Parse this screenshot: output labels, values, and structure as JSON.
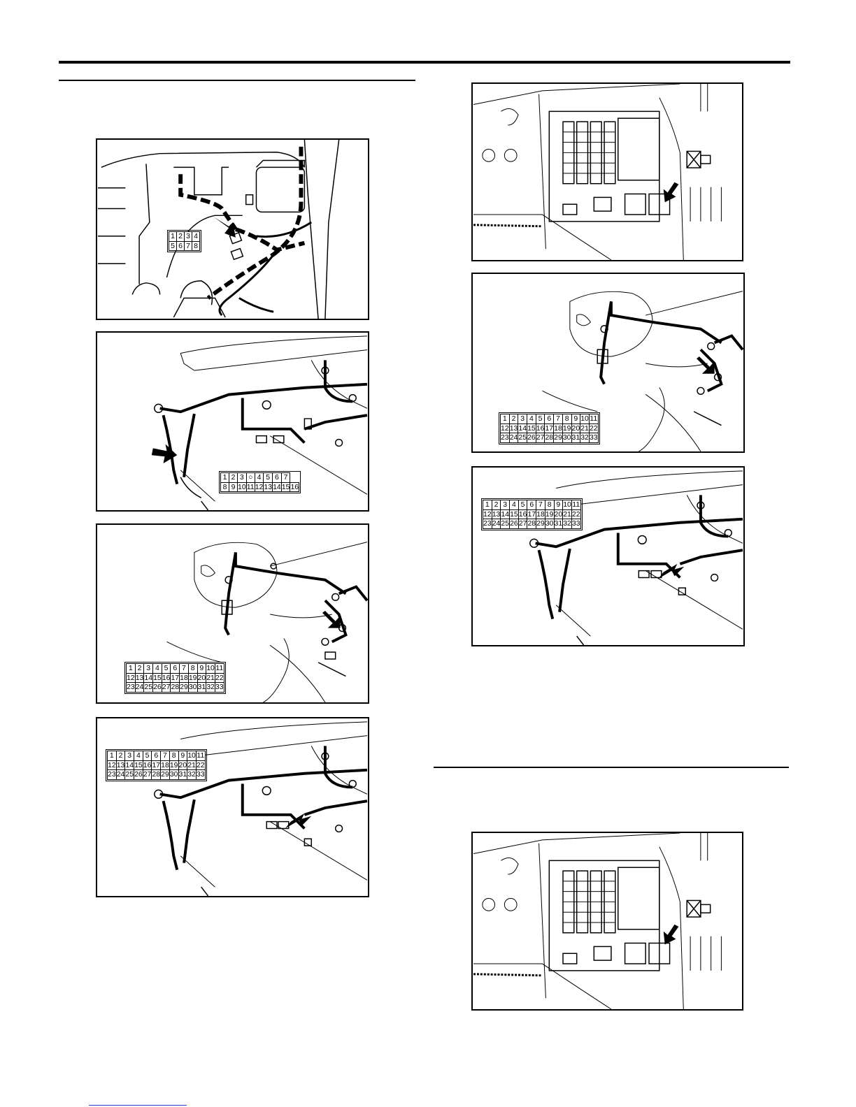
{
  "figures": {
    "left_1": {
      "pins": [
        [
          "1",
          "2",
          "3",
          "4"
        ],
        [
          "5",
          "6",
          "7",
          "8"
        ]
      ]
    },
    "left_2": {
      "pins": [
        [
          "1",
          "2",
          "3",
          "○",
          "4",
          "5",
          "6",
          "7"
        ],
        [
          "8",
          "9",
          "10",
          "11",
          "12",
          "13",
          "14",
          "15",
          "16"
        ]
      ]
    },
    "left_3": {
      "pins": [
        [
          "1",
          "2",
          "3",
          "4",
          "5",
          "6",
          "7",
          "8",
          "9",
          "10",
          "11"
        ],
        [
          "12",
          "13",
          "14",
          "15",
          "16",
          "17",
          "18",
          "19",
          "20",
          "21",
          "22"
        ],
        [
          "23",
          "24",
          "25",
          "26",
          "27",
          "28",
          "29",
          "30",
          "31",
          "32",
          "33"
        ]
      ]
    },
    "left_4": {
      "pins": [
        [
          "1",
          "2",
          "3",
          "4",
          "5",
          "6",
          "7",
          "8",
          "9",
          "10",
          "11"
        ],
        [
          "12",
          "13",
          "14",
          "15",
          "16",
          "17",
          "18",
          "19",
          "20",
          "21",
          "22"
        ],
        [
          "23",
          "24",
          "25",
          "26",
          "27",
          "28",
          "29",
          "30",
          "31",
          "32",
          "33"
        ]
      ]
    },
    "right_2": {
      "pins": [
        [
          "1",
          "2",
          "3",
          "4",
          "5",
          "6",
          "7",
          "8",
          "9",
          "10",
          "11"
        ],
        [
          "12",
          "13",
          "14",
          "15",
          "16",
          "17",
          "18",
          "19",
          "20",
          "21",
          "22"
        ],
        [
          "23",
          "24",
          "25",
          "26",
          "27",
          "28",
          "29",
          "30",
          "31",
          "32",
          "33"
        ]
      ]
    },
    "right_3": {
      "pins": [
        [
          "1",
          "2",
          "3",
          "4",
          "5",
          "6",
          "7",
          "8",
          "9",
          "10",
          "11"
        ],
        [
          "12",
          "13",
          "14",
          "15",
          "16",
          "17",
          "18",
          "19",
          "20",
          "21",
          "22"
        ],
        [
          "23",
          "24",
          "25",
          "26",
          "27",
          "28",
          "29",
          "30",
          "31",
          "32",
          "33"
        ]
      ]
    }
  }
}
